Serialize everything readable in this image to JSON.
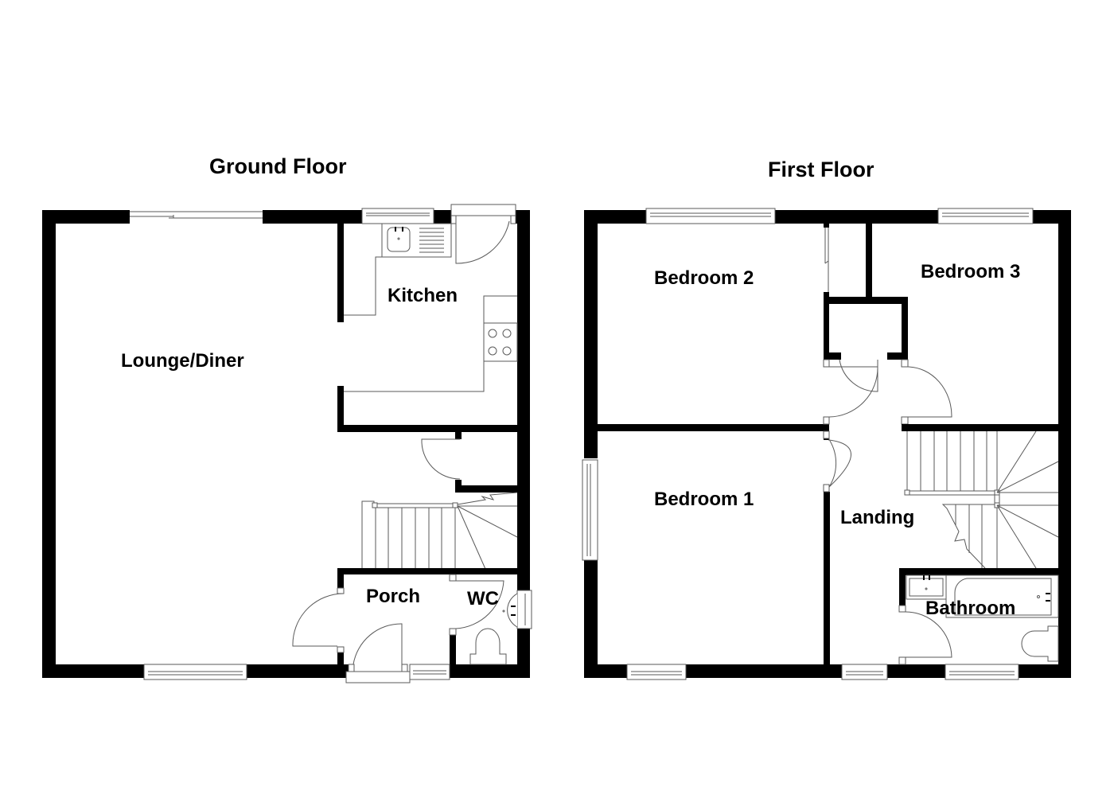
{
  "floors": [
    {
      "title": "Ground Floor",
      "rooms": [
        {
          "label": "Lounge/Diner"
        },
        {
          "label": "Kitchen"
        },
        {
          "label": "Porch"
        },
        {
          "label": "WC"
        }
      ]
    },
    {
      "title": "First Floor",
      "rooms": [
        {
          "label": "Bedroom 2"
        },
        {
          "label": "Bedroom 3"
        },
        {
          "label": "Bedroom 1"
        },
        {
          "label": "Landing"
        },
        {
          "label": "Bathroom"
        }
      ]
    }
  ],
  "colors": {
    "wall": "#000000",
    "fixture_line": "#5a5a5a",
    "background": "#ffffff"
  }
}
